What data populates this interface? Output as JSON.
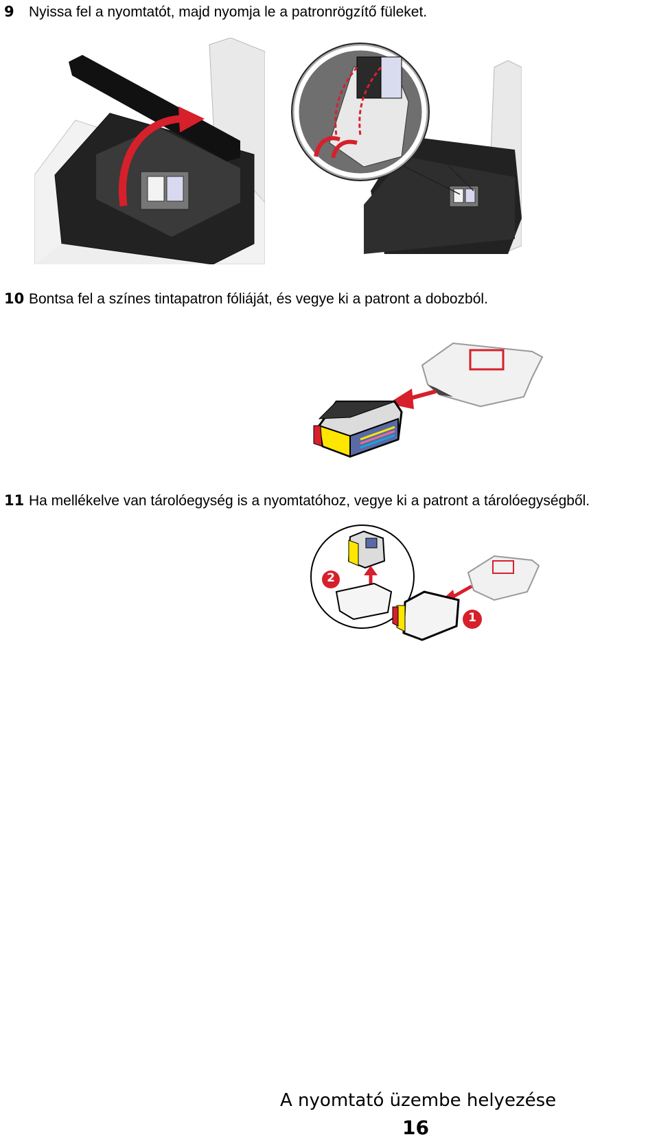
{
  "steps": [
    {
      "number": "9",
      "text": "Nyissa fel a nyomtatót, majd nyomja le a patronrögzítő füleket."
    },
    {
      "number": "10",
      "text": "Bontsa fel a színes tintapatron fóliáját, és vegye ki a patront a dobozból."
    },
    {
      "number": "11",
      "text": "Ha mellékelve van tárolóegység is a nyomtatóhoz, vegye ki a patront a tárolóegységből."
    }
  ],
  "callouts": {
    "one": "1",
    "two": "2"
  },
  "footer": {
    "title": "A nyomtató üzembe helyezése",
    "page": "16"
  }
}
